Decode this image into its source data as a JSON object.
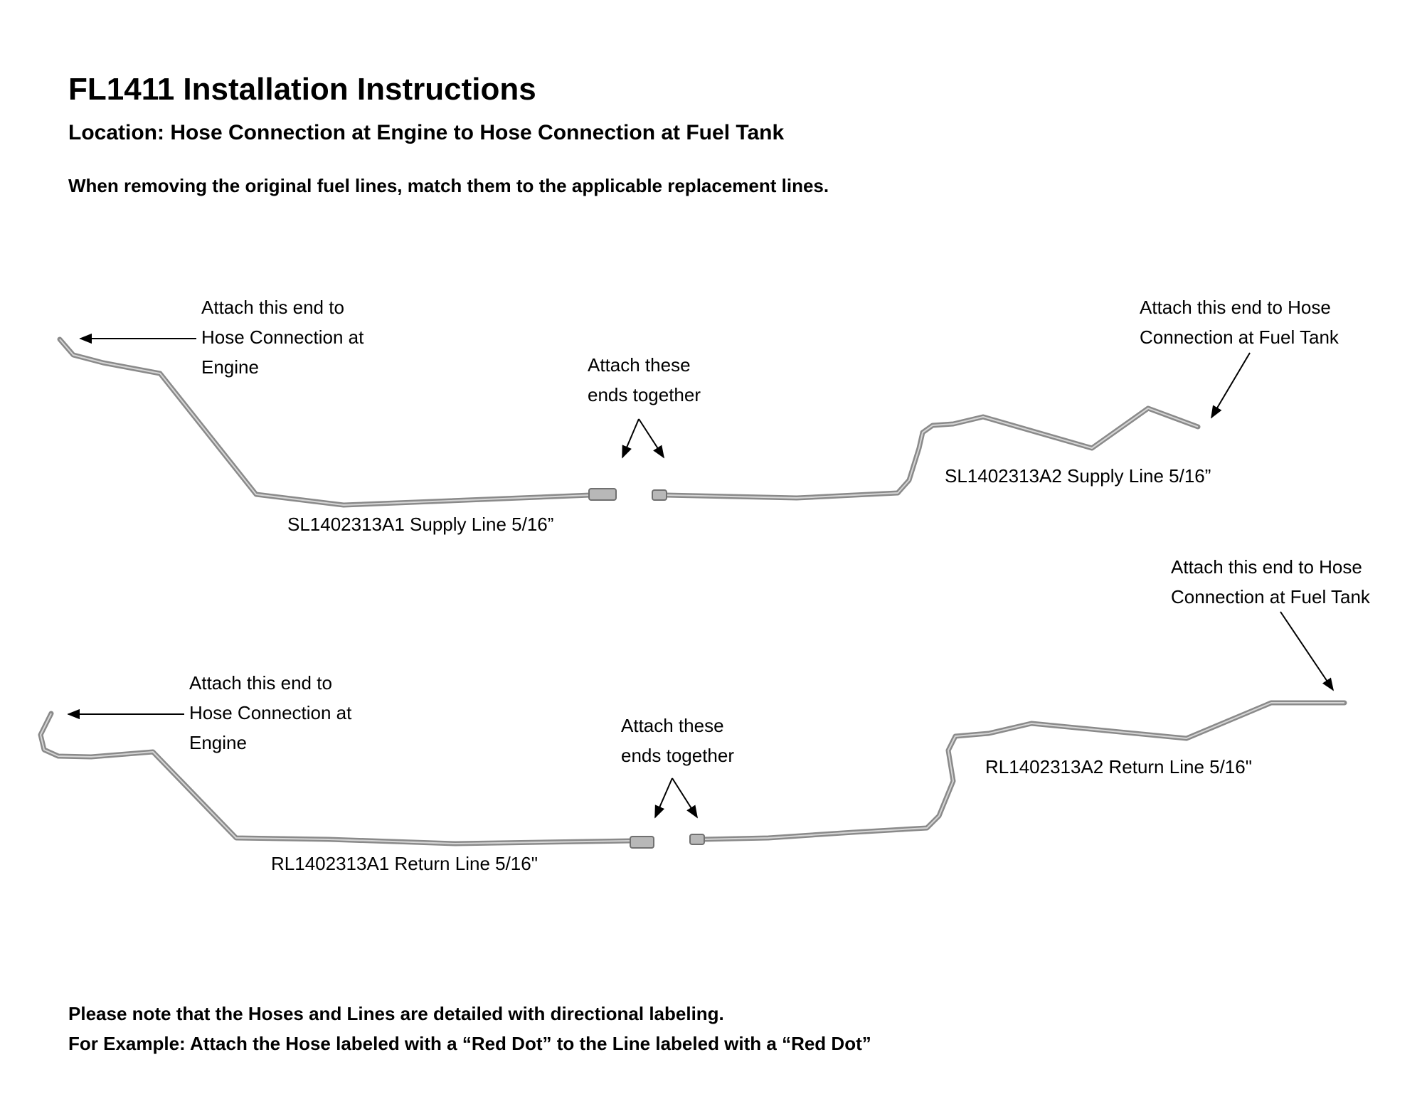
{
  "header": {
    "title": "FL1411 Installation Instructions",
    "location": "Location: Hose Connection at Engine to Hose Connection at Fuel Tank",
    "instruction": "When removing the original fuel lines, match them to the applicable replacement lines."
  },
  "supply": {
    "engine_label": [
      "Attach this end to",
      "Hose Connection at",
      "Engine"
    ],
    "join_label": [
      "Attach these",
      "ends together"
    ],
    "tank_label": [
      "Attach this end to Hose",
      "Connection at Fuel Tank"
    ],
    "part_a1": "SL1402313A1 Supply Line 5/16”",
    "part_a2": "SL1402313A2 Supply Line 5/16”"
  },
  "return": {
    "engine_label": [
      "Attach this end to",
      "Hose Connection at",
      "Engine"
    ],
    "join_label": [
      "Attach these",
      "ends together"
    ],
    "tank_label": [
      "Attach this end to Hose",
      "Connection at Fuel Tank"
    ],
    "part_a1": "RL1402313A1 Return Line 5/16\"",
    "part_a2": "RL1402313A2 Return Line 5/16\""
  },
  "footer": {
    "note_1": "Please note that the Hoses and Lines are detailed with directional labeling.",
    "note_2": "For Example: Attach the Hose labeled with a “Red Dot” to the Line labeled with a “Red Dot”"
  }
}
